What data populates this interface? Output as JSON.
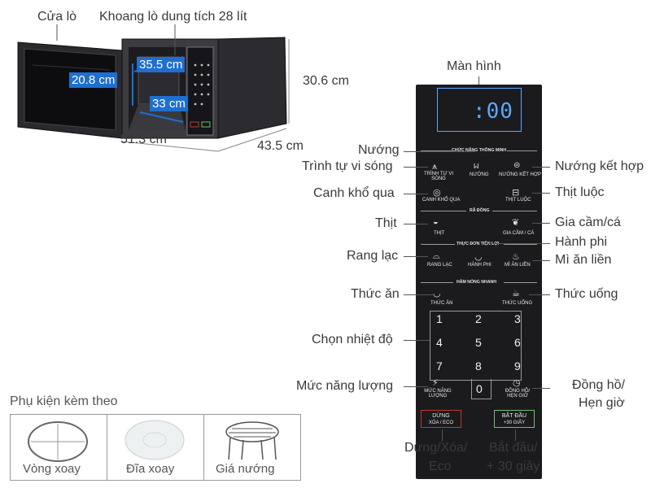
{
  "oven": {
    "door_label": "Cửa lò",
    "cavity_label": "Khoang lò dung tích 28 lít",
    "dims": {
      "inner_depth": "35.5 cm",
      "inner_height": "20.8 cm",
      "inner_width": "33 cm",
      "outer_height": "30.6 cm",
      "outer_width": "51.3 cm",
      "outer_depth": "43.5 cm"
    }
  },
  "panel": {
    "screen_label": "Màn hình",
    "display_value": ":00",
    "sections": {
      "smart": "CHỨC NĂNG THÔNG MINH",
      "defrost": "RÃ ĐÔNG",
      "convenient": "THỰC ĐƠN TIỆN LỢI",
      "reheat": "HÂM NÓNG NHANH"
    },
    "buttons": {
      "microwave": "TRÌNH TỰ VI SÓNG",
      "grill": "NƯỚNG",
      "combo": "NƯỚNG KẾT HỢP",
      "dry_squid": "CANH KHỔ QUA",
      "boiled_meat": "THỊT LUỘC",
      "meat": "THỊT",
      "poultry": "GIA CẦM / CÁ",
      "peanuts": "RANG LẠC",
      "onion": "HÀNH PHI",
      "noodles": "MÌ ĂN LIỀN",
      "food": "THỨC ĂN",
      "drink": "THỨC UỐNG",
      "power": "MỨC NĂNG LƯỢNG",
      "clock": "ĐỒNG HỒ/ HẸN GIỜ",
      "stop_line1": "DỪNG",
      "stop_line2": "XÓA / ECO",
      "start_line1": "BẮT ĐẦU",
      "start_line2": "+30 GIÂY"
    },
    "keypad": [
      "1",
      "2",
      "3",
      "4",
      "5",
      "6",
      "7",
      "8",
      "9",
      "0"
    ]
  },
  "callouts": {
    "grill": "Nướng",
    "microwave": "Trình tự vi sóng",
    "combo": "Nướng kết hợp",
    "dry_squid": "Canh khổ qua",
    "boiled_meat": "Thịt luộc",
    "meat": "Thịt",
    "poultry": "Gia cầm/cá",
    "onion": "Hành phi",
    "peanuts": "Rang lạc",
    "noodles": "Mì ăn liền",
    "food": "Thức ăn",
    "drink": "Thức uống",
    "temp": "Chọn nhiệt độ",
    "power": "Mức năng lượng",
    "clock_line1": "Đồng hồ/",
    "clock_line2": "Hẹn giờ",
    "stop_line1": "Dừng/Xóa/",
    "stop_line2": "Eco",
    "start_line1": "Bắt đầu/",
    "start_line2": "+ 30 giây"
  },
  "accessories": {
    "title": "Phụ kiện kèm theo",
    "items": [
      "Vòng xoay",
      "Đĩa xoay",
      "Giá nướng"
    ]
  },
  "colors": {
    "panel_bg": "#1b1b1e",
    "display_blue": "#5aa9ff",
    "tag_blue": "#1e6fd0",
    "stop_red": "#c0392b",
    "start_green": "#6fbf73"
  }
}
